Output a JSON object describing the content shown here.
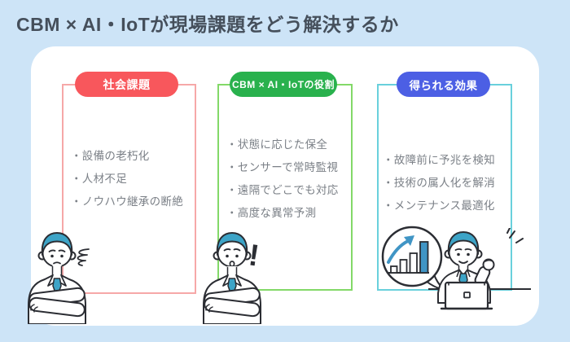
{
  "title": "CBM × AI・IoTが現場課題をどう解決するか",
  "columns": [
    {
      "label": "社会課題",
      "pill_color": "#f8575c",
      "border_color": "#f6a8a8",
      "items": [
        "・設備の老朽化",
        "・人材不足",
        "・ノウハウ継承の断絶"
      ]
    },
    {
      "label": "CBM × AI・IoTの役割",
      "pill_color": "#29b14d",
      "border_color": "#83d968",
      "items": [
        "・状態に応じた保全",
        "・センサーで常時監視",
        "・遠隔でどこでも対応",
        "・高度な異常予測"
      ]
    },
    {
      "label": "得られる効果",
      "pill_color": "#4c5fe4",
      "border_color": "#69d0dc",
      "items": [
        "・故障前に予兆を検知",
        "・技術の属人化を解消",
        "・メンテナンス最適化"
      ]
    }
  ],
  "annotations": {
    "exclamation_mark": "!"
  },
  "icons": {
    "frustration": "scribble-icon",
    "surprise": "exclamation-icon",
    "joy": "sparkle-icon",
    "result": "growth-chart-bubble-icon"
  },
  "colors": {
    "background": "#cde4f7",
    "card": "#ffffff",
    "title_text": "#454f5b",
    "item_text": "#7b8087",
    "outline": "#2b2d33",
    "character_accent": "#3da4c7",
    "chart_accent": "#4095c5"
  }
}
